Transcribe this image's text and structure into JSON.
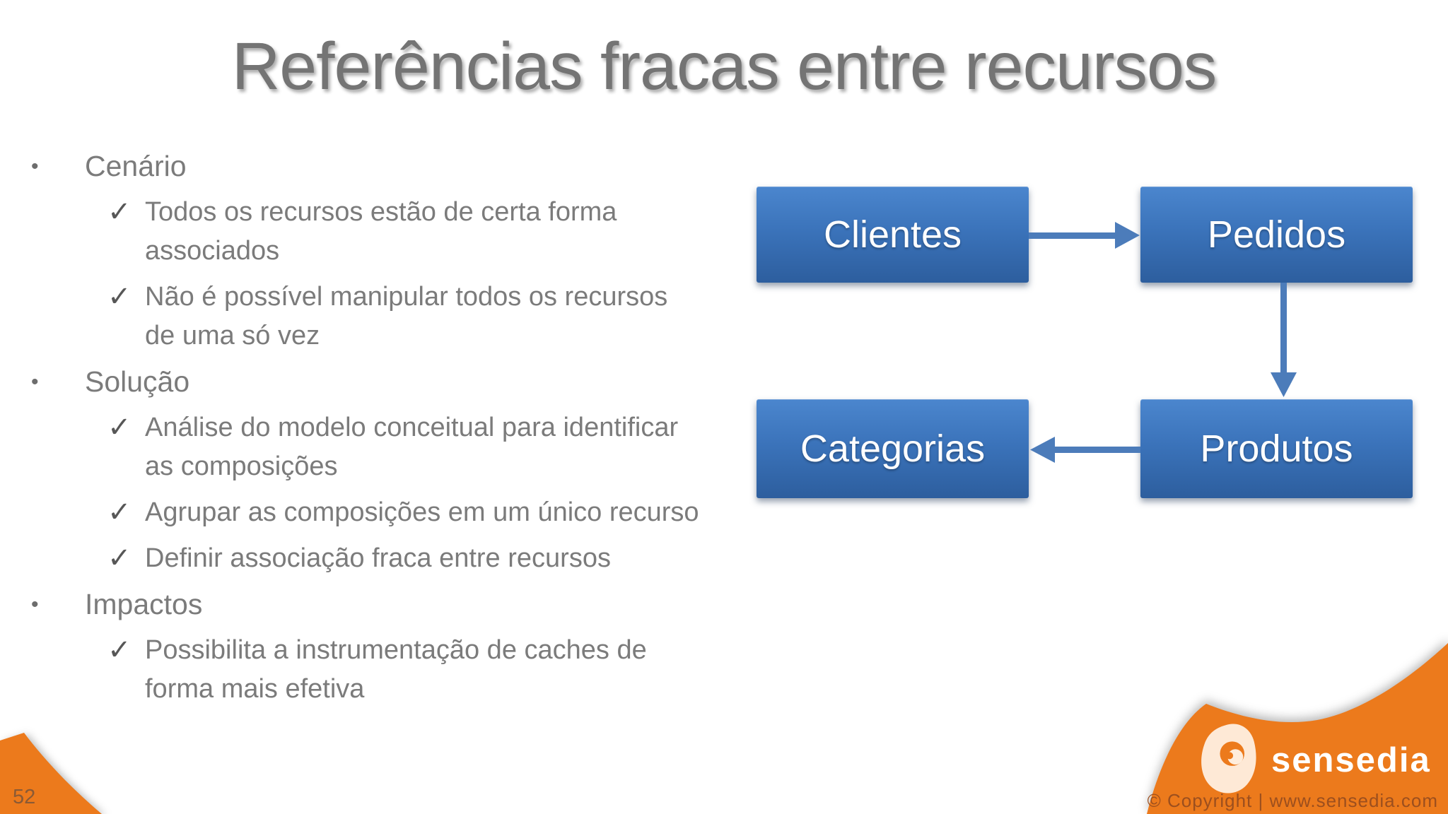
{
  "slide": {
    "title": "Referências fracas entre recursos",
    "page_number": "52",
    "colors": {
      "orange": "#EC7A1C",
      "box_blue_top": "#4B86CE",
      "box_blue_bottom": "#2D5E9E",
      "arrow_blue": "#4C7CBA",
      "body_text_gray": "#7B7B7B",
      "title_gray": "#747474"
    }
  },
  "icons": {
    "bullet": "•",
    "check": "✓",
    "logo": "sensedia-pick-swirl-icon"
  },
  "bullets": [
    {
      "label": "Cenário",
      "items": [
        "Todos os recursos estão de certa forma associados",
        "Não é possível manipular todos os recursos de uma só vez"
      ]
    },
    {
      "label": "Solução",
      "items": [
        "Análise do modelo conceitual para identificar as composições",
        "Agrupar as composições em um único recurso",
        "Definir associação fraca entre recursos"
      ]
    },
    {
      "label": "Impactos",
      "items": [
        "Possibilita a instrumentação de caches de forma mais efetiva"
      ]
    }
  ],
  "diagram": {
    "nodes": [
      {
        "id": "clientes",
        "label": "Clientes"
      },
      {
        "id": "pedidos",
        "label": "Pedidos"
      },
      {
        "id": "categorias",
        "label": "Categorias"
      },
      {
        "id": "produtos",
        "label": "Produtos"
      }
    ],
    "edges": [
      {
        "from": "Clientes",
        "to": "Pedidos",
        "direction": "right"
      },
      {
        "from": "Pedidos",
        "to": "Produtos",
        "direction": "down"
      },
      {
        "from": "Produtos",
        "to": "Categorias",
        "direction": "left"
      }
    ]
  },
  "footer": {
    "brand": "sensedia",
    "copyright": "© Copyright | www.sensedia.com"
  }
}
